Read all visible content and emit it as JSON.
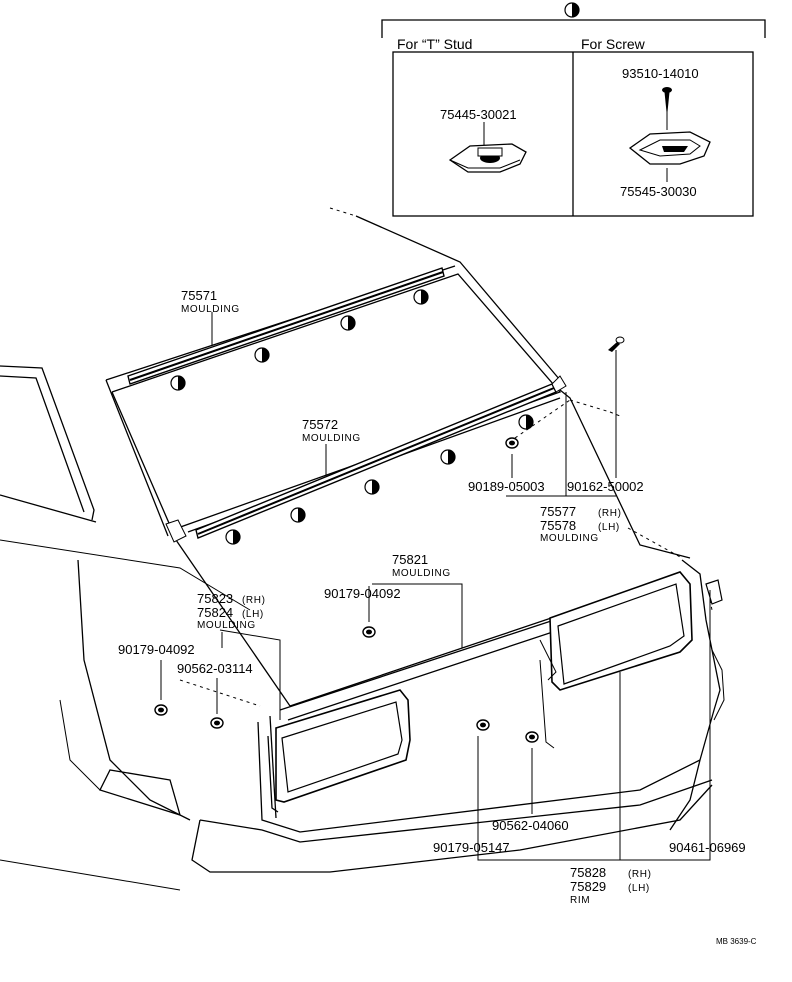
{
  "inset": {
    "header_left": "For “T” Stud",
    "header_right": "For Screw",
    "left_part": "75445-30021",
    "right_top_part": "93510-14010",
    "right_bottom_part": "75545-30030"
  },
  "callouts": {
    "p75571": {
      "num": "75571",
      "name": "MOULDING"
    },
    "p75572": {
      "num": "75572",
      "name": "MOULDING"
    },
    "p90189": {
      "num": "90189-05003"
    },
    "p90162": {
      "num": "90162-50002"
    },
    "p75577": {
      "num": "75577",
      "side": "(RH)"
    },
    "p75578": {
      "num": "75578",
      "side": "(LH)",
      "name": "MOULDING"
    },
    "p75821": {
      "num": "75821",
      "name": "MOULDING"
    },
    "p90179a": {
      "num": "90179-04092"
    },
    "p75823": {
      "num": "75823",
      "side": "(RH)"
    },
    "p75824": {
      "num": "75824",
      "side": "(LH)",
      "name": "MOULDING"
    },
    "p90179b": {
      "num": "90179-04092"
    },
    "p90562a": {
      "num": "90562-03114"
    },
    "p90562b": {
      "num": "90562-04060"
    },
    "p90179c": {
      "num": "90179-05147"
    },
    "p90461": {
      "num": "90461-06969"
    },
    "p75828": {
      "num": "75828",
      "side": "(RH)"
    },
    "p75829": {
      "num": "75829",
      "side": "(LH)",
      "name": "RIM"
    }
  },
  "footer_code": "MB 3639-C",
  "icons": [
    "half-filled-circle-icon",
    "clip-icon",
    "screw-icon",
    "nut-icon"
  ]
}
